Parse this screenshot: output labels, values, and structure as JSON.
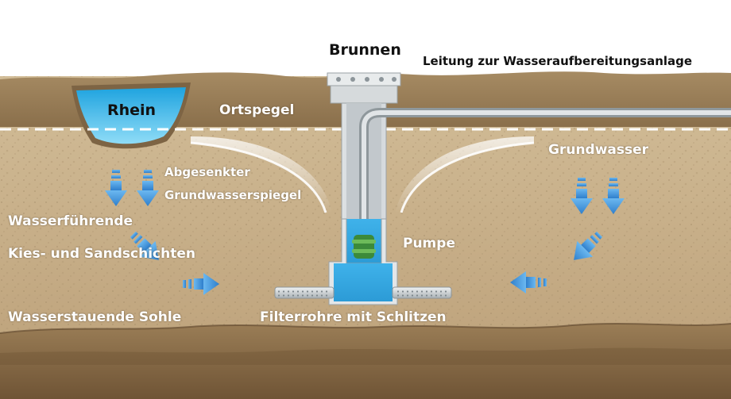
{
  "labels": {
    "brunnen": "Brunnen",
    "leitung": "Leitung zur Wasseraufbereitungsanlage",
    "rhein": "Rhein",
    "ortspegel": "Ortspegel",
    "grundwasser": "Grundwasser",
    "abgesenkter": "Abgesenkter",
    "grundwasserspiegel": "Grundwasserspiegel",
    "wasserfuehrende": "Wasserführende",
    "kies_sand": "Kies- und Sandschichten",
    "pumpe": "Pumpe",
    "sohle": "Wasserstauende Sohle",
    "filterrohre": "Filterrohre mit Schlitzen"
  },
  "colors": {
    "soil_top": "#937a55",
    "soil_main": "#c9b18b",
    "soil_bottom": "#7a5f3d",
    "water": "#35a8e0",
    "water_light": "#7fd3f5",
    "arrow": "#3d8fd6",
    "pipe": "#c3c9cc",
    "pump": "#3c8a3a"
  },
  "icons": {
    "flow_arrow": "arrow-icon",
    "pump": "pump-icon"
  }
}
